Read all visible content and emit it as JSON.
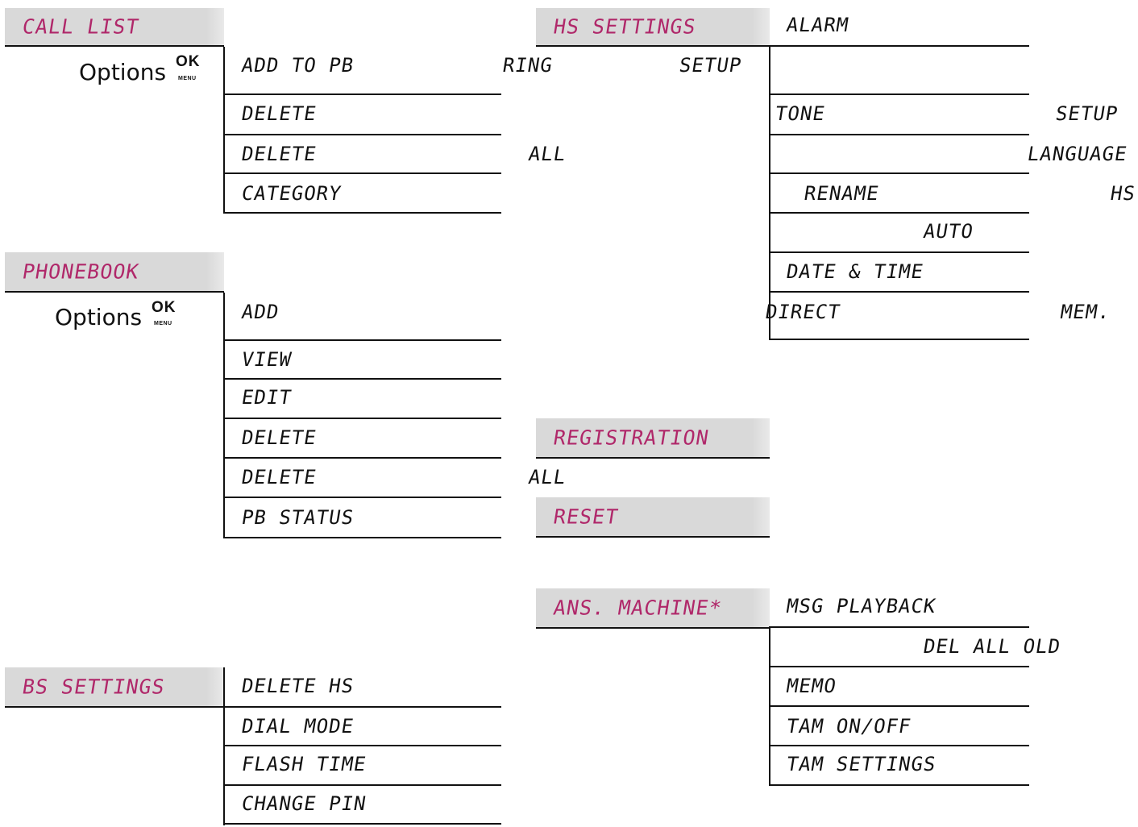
{
  "call_list": {
    "header": "CALL LIST",
    "options": "Options",
    "ok": "OK",
    "menu": "MENU",
    "items": [
      "ADD TO PB",
      "DELETE",
      "DELETE",
      "CATEGORY"
    ],
    "extras": [
      "RING",
      "SETUP",
      "ALL"
    ]
  },
  "phonebook": {
    "header": "PHONEBOOK",
    "options": "Options",
    "ok": "OK",
    "menu": "MENU",
    "items": [
      "ADD",
      "VIEW",
      "EDIT",
      "DELETE",
      "DELETE",
      "PB STATUS"
    ],
    "extras": [
      "ALL"
    ]
  },
  "bs_settings": {
    "header": "BS SETTINGS",
    "items": [
      "DELETE HS",
      "DIAL MODE",
      "FLASH TIME",
      "CHANGE PIN"
    ]
  },
  "hs_settings": {
    "header": "HS SETTINGS",
    "items": [
      "ALARM",
      "TONE",
      "SETUP",
      "LANGUAGE",
      "RENAME",
      "HS",
      "AUTO",
      "DATE & TIME",
      "DIRECT",
      "MEM."
    ]
  },
  "registration": {
    "header": "REGISTRATION"
  },
  "reset": {
    "header": "RESET"
  },
  "ans_machine": {
    "header": "ANS. MACHINE*",
    "items": [
      "MSG PLAYBACK",
      "DEL ALL OLD",
      "MEMO",
      "TAM ON/OFF",
      "TAM SETTINGS"
    ]
  },
  "colors": {
    "header_text": "#b0286a",
    "header_bg": "#d9d9d9",
    "line": "#111111"
  }
}
